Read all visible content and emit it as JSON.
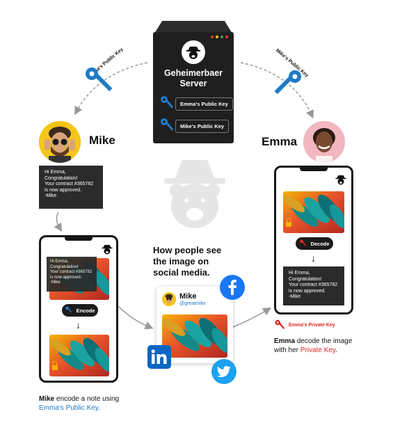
{
  "server": {
    "title": "Geheimerbaer\nServer",
    "keys": [
      "Emma's Public Key",
      "Mike's Public Key"
    ]
  },
  "left_arrow_label": "Emma's Public Key",
  "right_arrow_label": "Mike's Public Key",
  "mike": {
    "name": "Mike",
    "note": [
      "Hi Emma,",
      "Congratulation!",
      "Your contract #365782",
      "is now approved.",
      "-Mike"
    ],
    "encode_label": "Encode",
    "caption_bold": "Mike",
    "caption_text": " encode a note using",
    "caption_key": "Emma's Public Key",
    "caption_end": "."
  },
  "emma": {
    "name": "Emma",
    "decode_label": "Decode",
    "note": [
      "Hi Emma,",
      "Congratulation!",
      "Your contract #365782",
      "is now approved.",
      "-Mike"
    ],
    "private_key_label": "Emma's Private Key",
    "caption_bold": "Emma",
    "caption_text": " decode the image",
    "caption_line2": "with her ",
    "caption_key": "Private Key",
    "caption_end": "."
  },
  "social": {
    "heading": "How people see\nthe image on\nsocial media.",
    "post_name": "Mike",
    "post_handle": "@greatmike"
  },
  "colors": {
    "blue": "#1f7ac6",
    "red": "#e02424",
    "dark": "#1f1f1f"
  }
}
